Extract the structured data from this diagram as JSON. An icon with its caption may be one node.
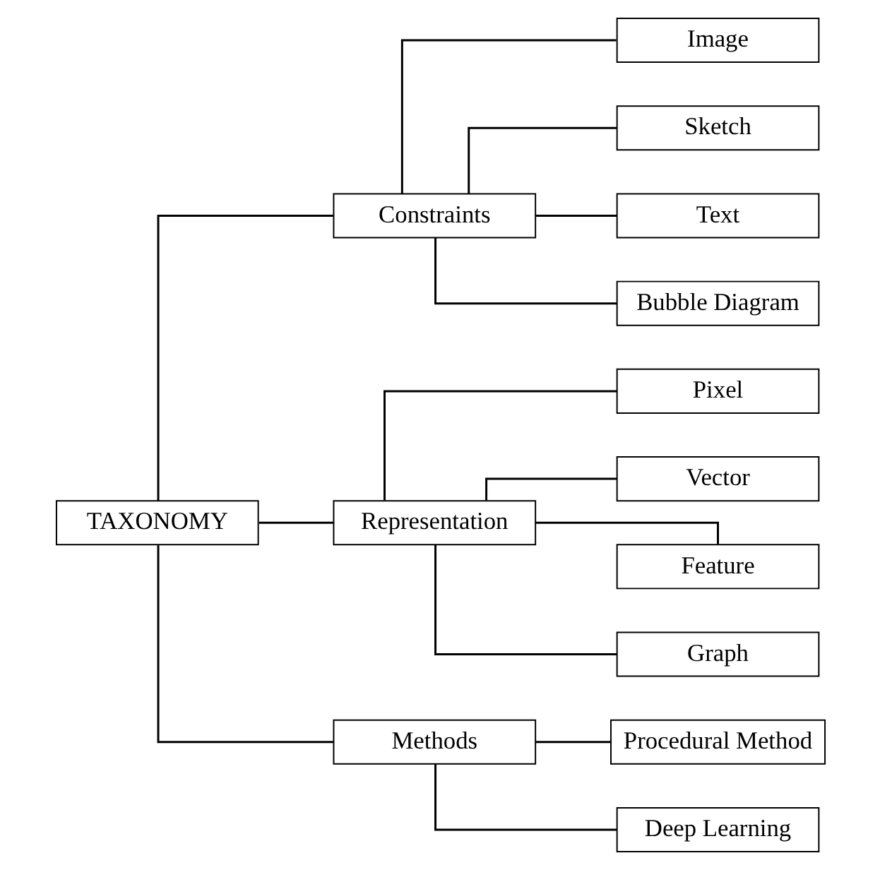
{
  "diagram": {
    "nodes": [
      {
        "text": [
          "TAXONOMY"
        ]
      },
      {
        "text": [
          "Constraints"
        ]
      },
      {
        "text": [
          "Representation"
        ]
      },
      {
        "text": [
          "Methods"
        ]
      },
      {
        "text": [
          "Image"
        ]
      },
      {
        "text": [
          "Sketch"
        ]
      },
      {
        "text": [
          "Text"
        ]
      },
      {
        "text": [
          "Bubble Diagram"
        ]
      },
      {
        "text": [
          "Pixel"
        ]
      },
      {
        "text": [
          "Vector"
        ]
      },
      {
        "text": [
          "Feature"
        ]
      },
      {
        "text": [
          "Graph"
        ]
      },
      {
        "text": [
          "Procedural Method"
        ]
      },
      {
        "text": [
          "Deep Learning"
        ]
      }
    ],
    "edges": [
      {
        "from": 0,
        "to": 1,
        "arrow": "none"
      },
      {
        "from": 0,
        "to": 2,
        "arrow": "none"
      },
      {
        "from": 0,
        "to": 3,
        "arrow": "none"
      },
      {
        "from": 1,
        "to": 4,
        "arrow": "none"
      },
      {
        "from": 1,
        "to": 5,
        "arrow": "none"
      },
      {
        "from": 1,
        "to": 6,
        "arrow": "none"
      },
      {
        "from": 1,
        "to": 7,
        "arrow": "none"
      },
      {
        "from": 2,
        "to": 8,
        "arrow": "none"
      },
      {
        "from": 2,
        "to": 9,
        "arrow": "none"
      },
      {
        "from": 2,
        "to": 10,
        "arrow": "none"
      },
      {
        "from": 2,
        "to": 11,
        "arrow": "none"
      },
      {
        "from": 3,
        "to": 12,
        "arrow": "none"
      },
      {
        "from": 3,
        "to": 13,
        "arrow": "none"
      }
    ]
  }
}
